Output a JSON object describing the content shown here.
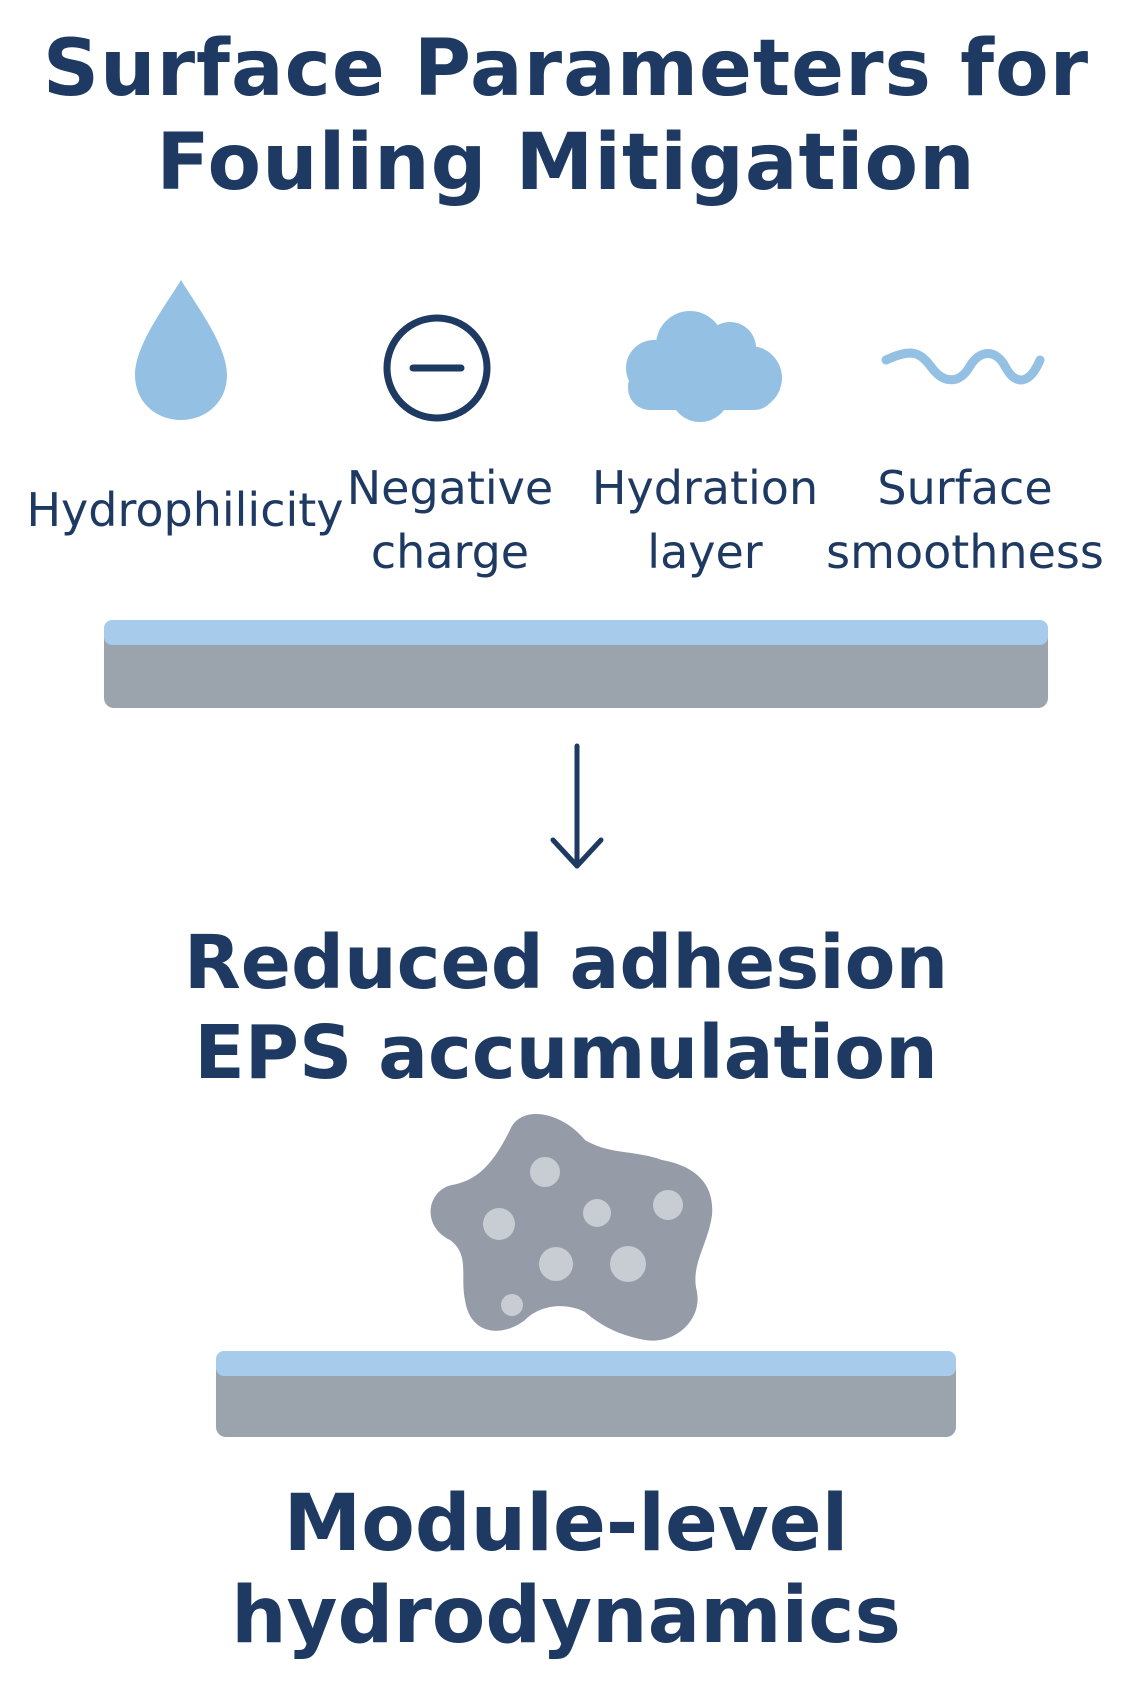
{
  "title": {
    "line1": "Surface Parameters for",
    "line2": "Fouling Mitigation"
  },
  "parameters": [
    {
      "icon": "water-drop-icon",
      "label_lines": [
        "Hydrophilicity"
      ]
    },
    {
      "icon": "minus-circle-icon",
      "label_lines": [
        "Negative",
        "charge"
      ]
    },
    {
      "icon": "cloud-icon",
      "label_lines": [
        "Hydration",
        "layer"
      ]
    },
    {
      "icon": "wave-icon",
      "label_lines": [
        "Surface",
        "smoothness"
      ]
    }
  ],
  "result": {
    "line1": "Reduced adhesion",
    "line2": "EPS accumulation"
  },
  "module": {
    "line1": "Module-level",
    "line2": "hydrodynamics"
  },
  "colors": {
    "text": "#1e3a63",
    "light_blue": "#94c0e3",
    "membrane_top": "#a7cbeb",
    "membrane_base": "#9ba3ad",
    "foulant": "#959ba7",
    "foulant_spots": "#c8ccd3"
  }
}
